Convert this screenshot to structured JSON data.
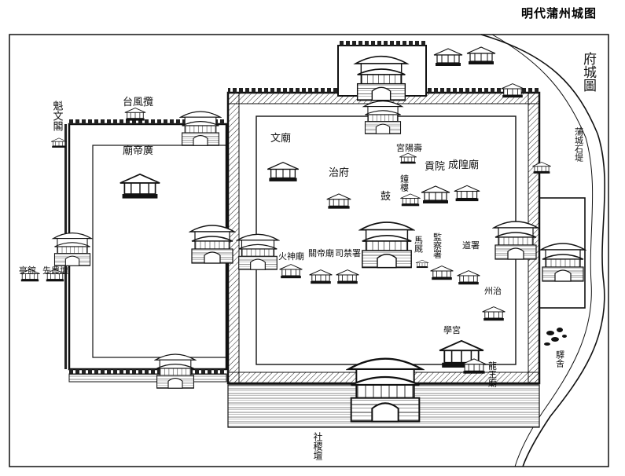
{
  "page_title": "明代蒲州城图",
  "map": {
    "cartouche": "府城圖",
    "labels": {
      "kuiwen_ge": "魁文閣",
      "tai_feng_lan": "台風攬",
      "miao_di_lan": "廟帝廣",
      "wen_miao": "文廟",
      "sou_yang_gong": "宮陽壽",
      "fu_zhi": "治府",
      "gu_lou": "鼓",
      "zhong_lou": "鐘樓",
      "cheng_huang_miao": "成隍廟",
      "gong_yuan": "貢院",
      "huo_shen_miao": "火神廟",
      "guan_di_miao": "關帝廟",
      "si_tai_shu": "司禁署",
      "ma_jiu": "馬厩",
      "yan_yi_shu": "監察署",
      "dao_shu": "道署",
      "zhou_zhi": "州治",
      "long_wang_miao": "龍王廟",
      "pu_cheng_shi_di": "蒲城石堤",
      "guan_ting": "亭館",
      "xian_nong_tan": "先農壇",
      "she_ji_tan": "社稷壇",
      "xue_gong": "學宮",
      "yi_she": "驛舍"
    }
  }
}
